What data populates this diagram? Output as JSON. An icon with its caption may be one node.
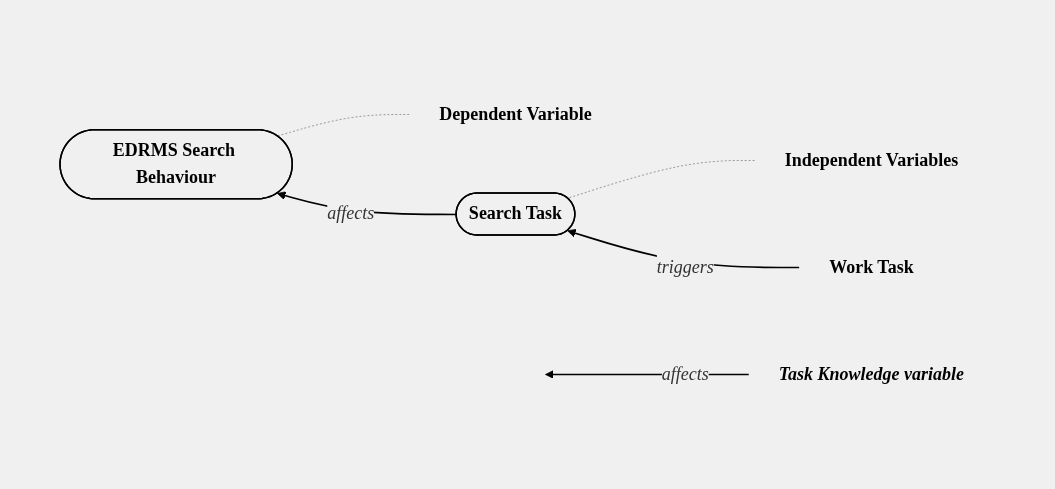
{
  "diagram": {
    "nodes": [
      {
        "text": [
          "Dependent Variable"
        ]
      },
      {
        "text": [
          "Independent Variables"
        ]
      },
      {
        "text": [
          "EDRMS Search Behaviour"
        ]
      },
      {
        "text": [
          "Search Task"
        ]
      },
      {
        "text": [
          "Work Task"
        ]
      },
      {
        "text": [
          "Task Knowledge variable"
        ]
      }
    ],
    "edges": [
      {
        "from": 0,
        "to": 2,
        "arrow": "none",
        "style": "dashed",
        "color": "#999999"
      },
      {
        "from": 1,
        "to": 3,
        "arrow": "none",
        "style": "dashed",
        "color": "#999999"
      },
      {
        "from": 3,
        "to": 2,
        "arrow": "to",
        "label": "affects",
        "color": "#000000"
      },
      {
        "from": 4,
        "to": 3,
        "arrow": "to",
        "label": "triggers",
        "color": "#000000"
      },
      {
        "from": 5,
        "to": null,
        "arrow": "to",
        "label": "affects",
        "color": "#000000"
      }
    ]
  }
}
